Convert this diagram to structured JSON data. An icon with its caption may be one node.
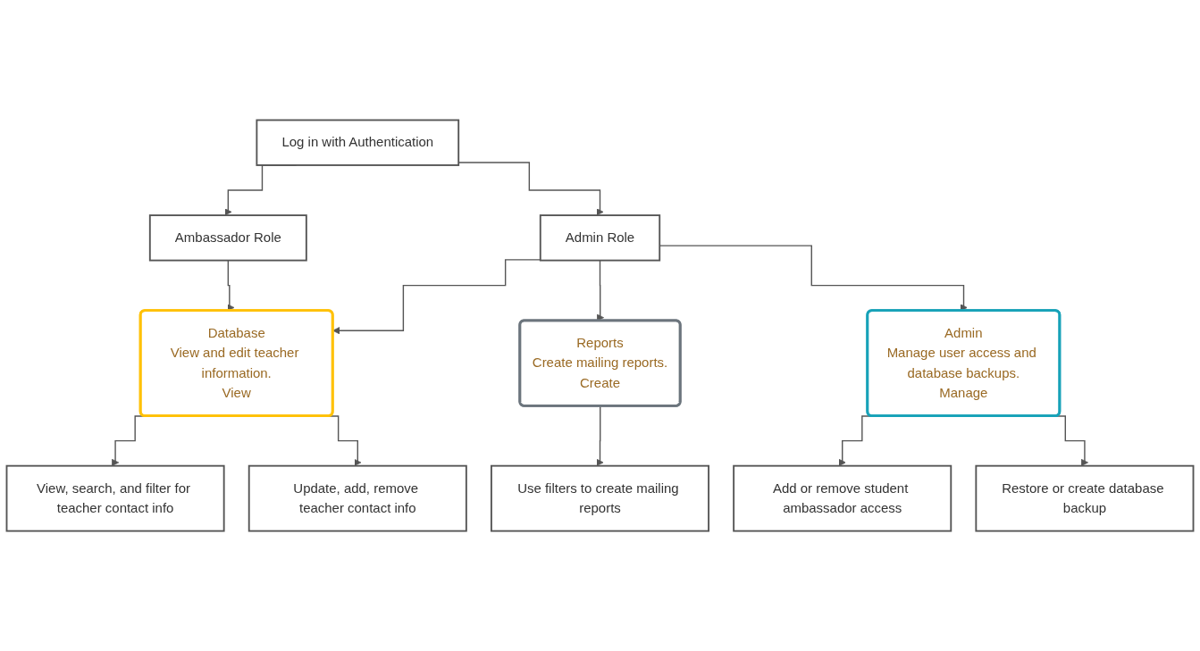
{
  "diagram": {
    "nodes": [
      {
        "text": [
          "Log in with Authentication"
        ]
      },
      {
        "text": [
          "Ambassador Role"
        ]
      },
      {
        "text": [
          "Admin Role"
        ]
      },
      {
        "text": [
          "Database",
          "View and edit teacher information.",
          "View"
        ]
      },
      {
        "text": [
          "Reports",
          "Create mailing reports.",
          "Create"
        ]
      },
      {
        "text": [
          "Admin",
          "Manage user access and database backups.",
          "Manage"
        ]
      },
      {
        "text": [
          "View, search, and filter for teacher contact info"
        ]
      },
      {
        "text": [
          "Update, add, remove teacher contact info"
        ]
      },
      {
        "text": [
          "Use filters to create mailing reports"
        ]
      },
      {
        "text": [
          "Add or remove student ambassador access"
        ]
      },
      {
        "text": [
          "Restore or create database backup"
        ]
      }
    ],
    "edges": [
      {
        "from": 0,
        "to": 1,
        "arrow": "to"
      },
      {
        "from": 0,
        "to": 2,
        "arrow": "to"
      },
      {
        "from": 1,
        "to": 3,
        "arrow": "to"
      },
      {
        "from": 2,
        "to": 3,
        "arrow": "to"
      },
      {
        "from": 2,
        "to": 4,
        "arrow": "to"
      },
      {
        "from": 2,
        "to": 5,
        "arrow": "to"
      },
      {
        "from": 3,
        "to": 6,
        "arrow": "to"
      },
      {
        "from": 3,
        "to": 7,
        "arrow": "to"
      },
      {
        "from": 4,
        "to": 8,
        "arrow": "to"
      },
      {
        "from": 5,
        "to": 9,
        "arrow": "to"
      },
      {
        "from": 5,
        "to": 10,
        "arrow": "to"
      }
    ]
  }
}
